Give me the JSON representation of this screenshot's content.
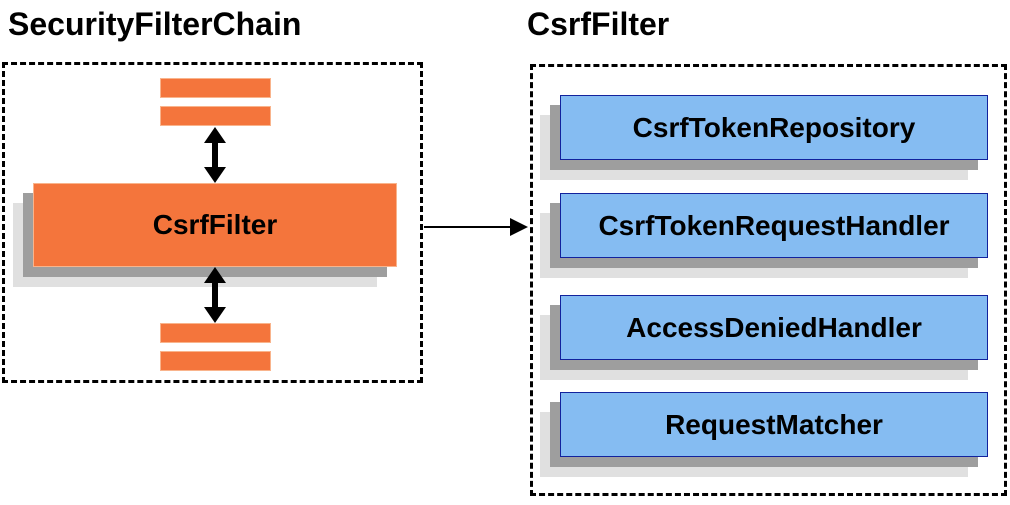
{
  "colors": {
    "orange": "#F4753C",
    "orange_border": "#F9B48C",
    "blue": "#85BCF2",
    "blue_border": "#12229D",
    "shadow_dark": "#9E9E9E",
    "shadow_light": "#E0E0E0",
    "line": "#000000",
    "text": "#000000",
    "background": "#FFFFFF"
  },
  "icons": {
    "bidirectional_arrow": "↕",
    "flow_arrow": "→"
  },
  "left_panel": {
    "title": "SecurityFilterChain",
    "csrf_filter_label": "CsrfFilter"
  },
  "right_panel": {
    "title": "CsrfFilter",
    "components": [
      {
        "label": "CsrfTokenRepository"
      },
      {
        "label": "CsrfTokenRequestHandler"
      },
      {
        "label": "AccessDeniedHandler"
      },
      {
        "label": "RequestMatcher"
      }
    ]
  }
}
